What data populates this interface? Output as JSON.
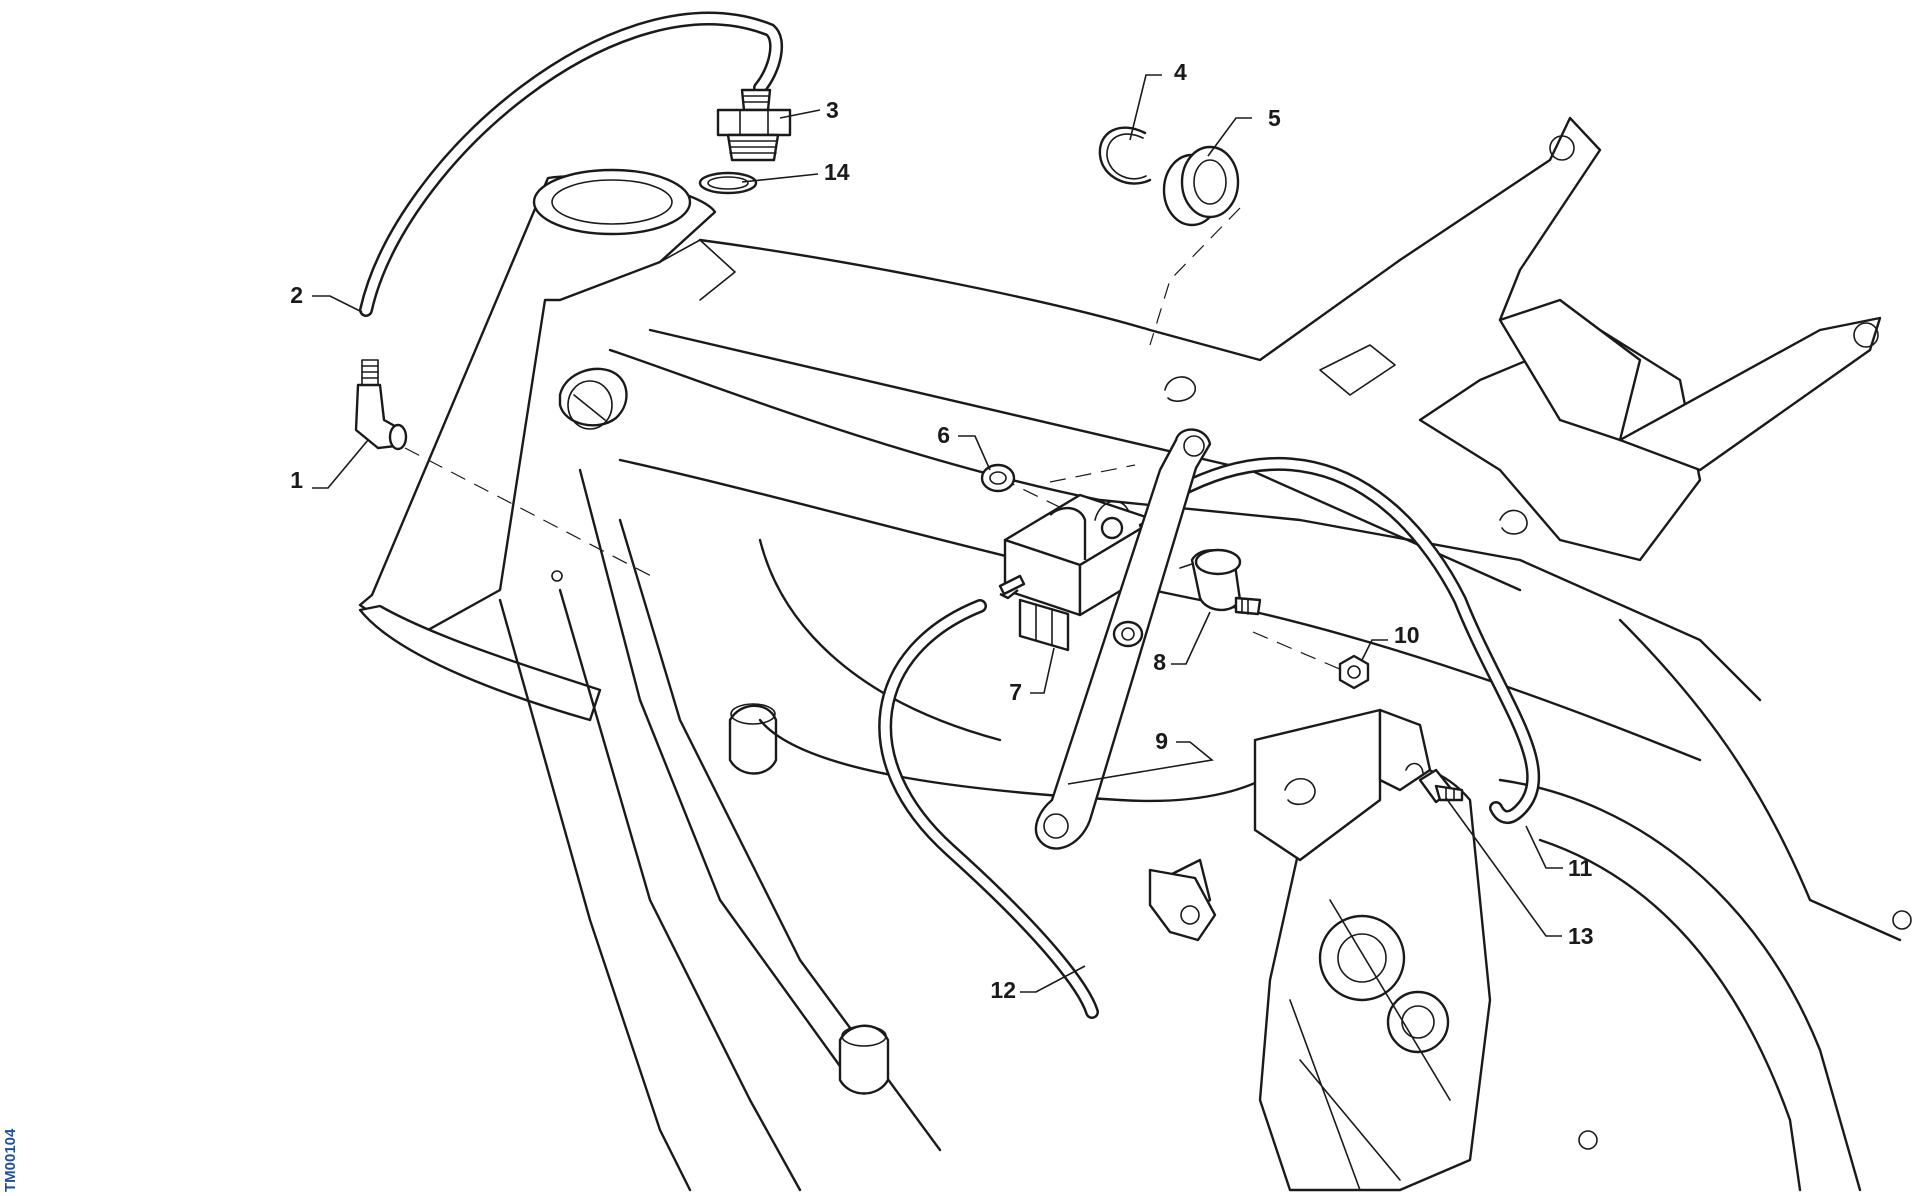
{
  "drawing_code": "TM00104",
  "colors": {
    "ink": "#1a1a1a",
    "code": "#1f4e9c"
  },
  "callouts": {
    "c1": "1",
    "c2": "2",
    "c3": "3",
    "c4": "4",
    "c5": "5",
    "c6": "6",
    "c7": "7",
    "c8": "8",
    "c9": "9",
    "c10": "10",
    "c11": "11",
    "c12": "12",
    "c13": "13",
    "c14": "14"
  }
}
